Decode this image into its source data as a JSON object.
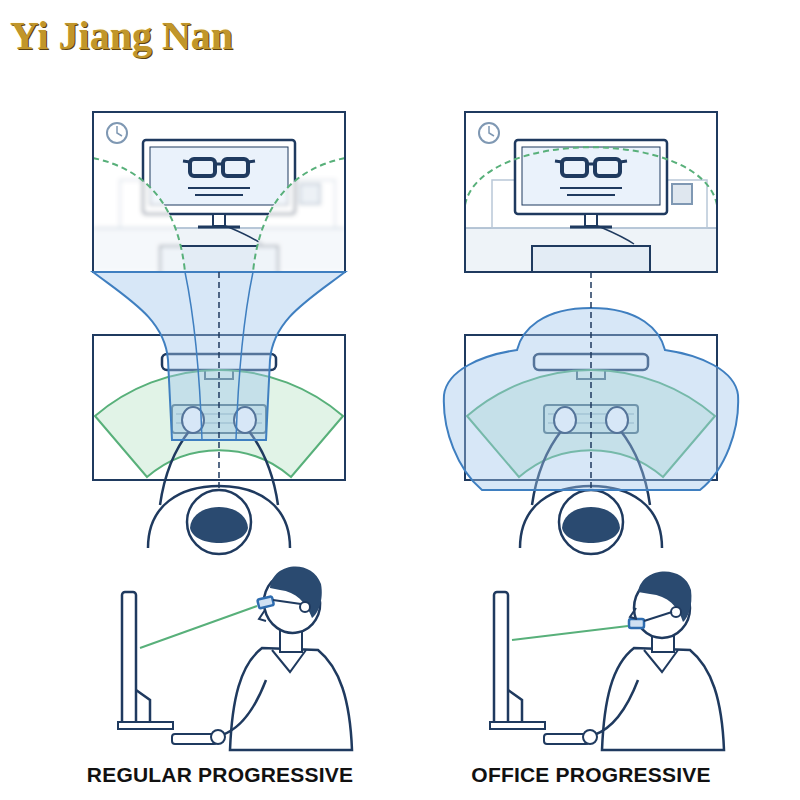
{
  "diagram": {
    "labels": [
      "Yi Jiang Nan",
      "REGULAR PROGRESSIVE",
      "OFFICE PROGRESSIVE"
    ]
  }
}
